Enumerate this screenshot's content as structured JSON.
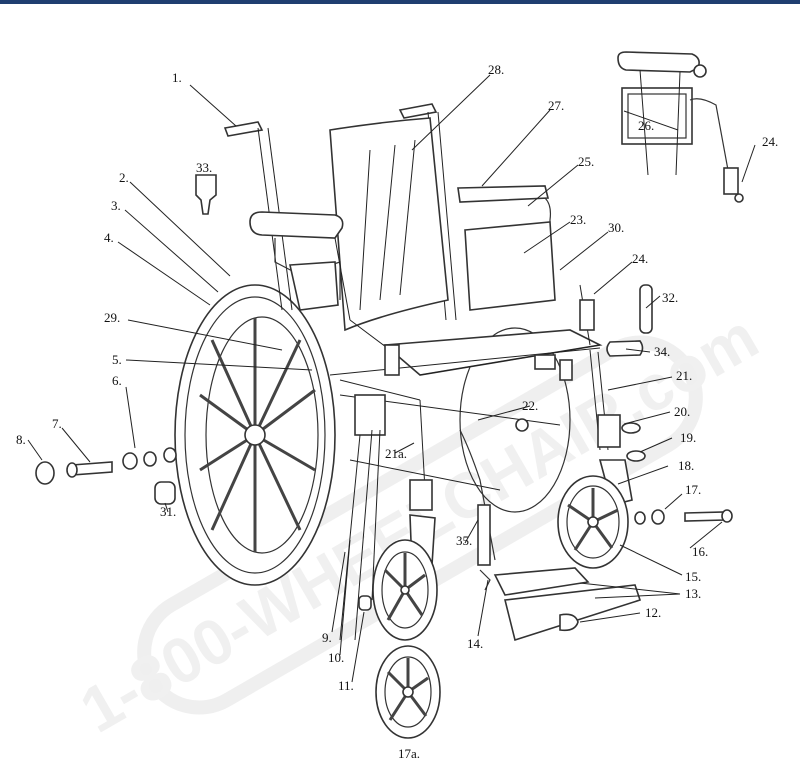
{
  "header": {
    "bar_color": "#1f3e70"
  },
  "watermark": {
    "text": "1-800-WHEELCHAIR.com",
    "color": "#d9d9d9"
  },
  "diagram": {
    "labels": [
      {
        "id": "p1",
        "text": "1."
      },
      {
        "id": "p2",
        "text": "2."
      },
      {
        "id": "p3",
        "text": "3."
      },
      {
        "id": "p4",
        "text": "4."
      },
      {
        "id": "p5",
        "text": "5."
      },
      {
        "id": "p6",
        "text": "6."
      },
      {
        "id": "p7",
        "text": "7."
      },
      {
        "id": "p8",
        "text": "8."
      },
      {
        "id": "p9",
        "text": "9."
      },
      {
        "id": "p10",
        "text": "10."
      },
      {
        "id": "p11",
        "text": "11."
      },
      {
        "id": "p12",
        "text": "12."
      },
      {
        "id": "p13",
        "text": "13."
      },
      {
        "id": "p14",
        "text": "14."
      },
      {
        "id": "p15",
        "text": "15."
      },
      {
        "id": "p16",
        "text": "16."
      },
      {
        "id": "p17",
        "text": "17."
      },
      {
        "id": "p17a",
        "text": "17a."
      },
      {
        "id": "p18",
        "text": "18."
      },
      {
        "id": "p19",
        "text": "19."
      },
      {
        "id": "p20",
        "text": "20."
      },
      {
        "id": "p21",
        "text": "21."
      },
      {
        "id": "p21a",
        "text": "21a."
      },
      {
        "id": "p22",
        "text": "22."
      },
      {
        "id": "p23",
        "text": "23."
      },
      {
        "id": "p24a",
        "text": "24."
      },
      {
        "id": "p24b",
        "text": "24."
      },
      {
        "id": "p25",
        "text": "25."
      },
      {
        "id": "p26",
        "text": "26."
      },
      {
        "id": "p27",
        "text": "27."
      },
      {
        "id": "p28",
        "text": "28."
      },
      {
        "id": "p29",
        "text": "29."
      },
      {
        "id": "p30",
        "text": "30."
      },
      {
        "id": "p31",
        "text": "31."
      },
      {
        "id": "p32",
        "text": "32."
      },
      {
        "id": "p33",
        "text": "33."
      },
      {
        "id": "p34",
        "text": "34."
      },
      {
        "id": "p35",
        "text": "35."
      }
    ]
  }
}
